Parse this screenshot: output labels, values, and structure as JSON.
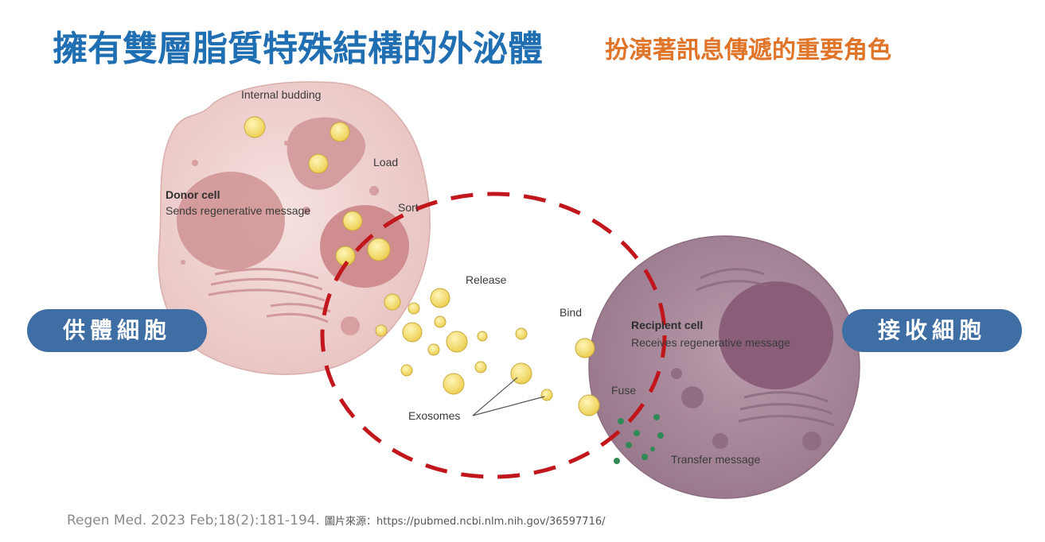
{
  "title": "擁有雙層脂質特殊結構的外泌體",
  "subtitle": "扮演著訊息傳遞的重要角色",
  "labels": {
    "donor_pill": "供體細胞",
    "recipient_pill": "接收細胞",
    "internal_budding": "Internal budding",
    "load": "Load",
    "sort": "Sort",
    "donor_cell": "Donor cell",
    "donor_desc": "Sends regenerative message",
    "release": "Release",
    "bind": "Bind",
    "recipient_cell": "Recipient cell",
    "recipient_desc": "Receives regenerative message",
    "fuse": "Fuse",
    "exosomes": "Exosomes",
    "transfer": "Transfer message"
  },
  "citation": {
    "reference": "Regen Med. 2023 Feb;18(2):181-194.",
    "source": "圖片來源：https://pubmed.ncbi.nlm.nih.gov/36597716/"
  },
  "colors": {
    "title": "#1f6fb2",
    "subtitle": "#e07428",
    "pill": "#3f6ea5",
    "dashed_circle": "#c0161c",
    "donor_cell": "#f2d7d5",
    "recipient_cell": "#a98a9d",
    "exosome": "#f5e27a"
  }
}
